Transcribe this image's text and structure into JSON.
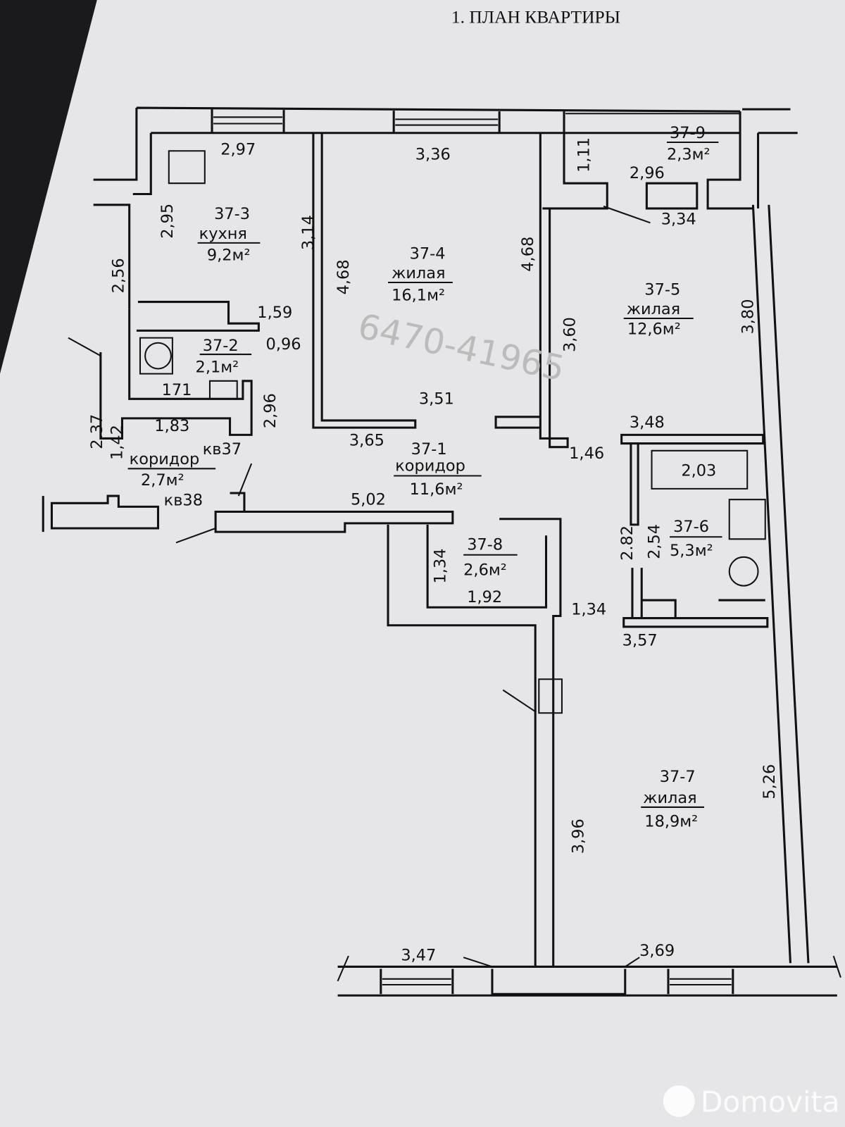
{
  "title": "1.  ПЛАН КВАРТИРЫ",
  "rooms": [
    {
      "id": "37-3",
      "name": "кухня",
      "area": "9,2м²"
    },
    {
      "id": "37-4",
      "name": "жилая",
      "area": "16,1м²"
    },
    {
      "id": "37-5",
      "name": "жилая",
      "area": "12,6м²"
    },
    {
      "id": "37-9",
      "area": "2,3м²"
    },
    {
      "id": "37-2",
      "area": "2,1м²"
    },
    {
      "id": "37-1",
      "name": "коридор",
      "area": "11,6м²"
    },
    {
      "id": "37-8",
      "area": "2,6м²"
    },
    {
      "id": "37-6",
      "area": "5,3м²"
    },
    {
      "id": "37-7",
      "name": "жилая",
      "area": "18,9м²"
    },
    {
      "name": "коридор",
      "area": "2,7м²"
    }
  ],
  "labels": {
    "kv37": "кв37",
    "kv38": "кв38"
  },
  "dims": [
    "2,97",
    "3,36",
    "1,11",
    "2,96",
    "3,34",
    "2,95",
    "3,14",
    "4,68",
    "4,68",
    "2,56",
    "3,60",
    "3,80",
    "1,59",
    "0,96",
    "171",
    "3,51",
    "2,96",
    "1,83",
    "2.37",
    "1,42",
    "3,65",
    "1,46",
    "3,48",
    "2,03",
    "5,02",
    "1,34",
    "1,92",
    "2.82",
    "2,54",
    "1,34",
    "3,57",
    "5,26",
    "3,96",
    "3,47",
    "3,69"
  ],
  "handwriting": "6470-41965",
  "watermark": "Domovita"
}
